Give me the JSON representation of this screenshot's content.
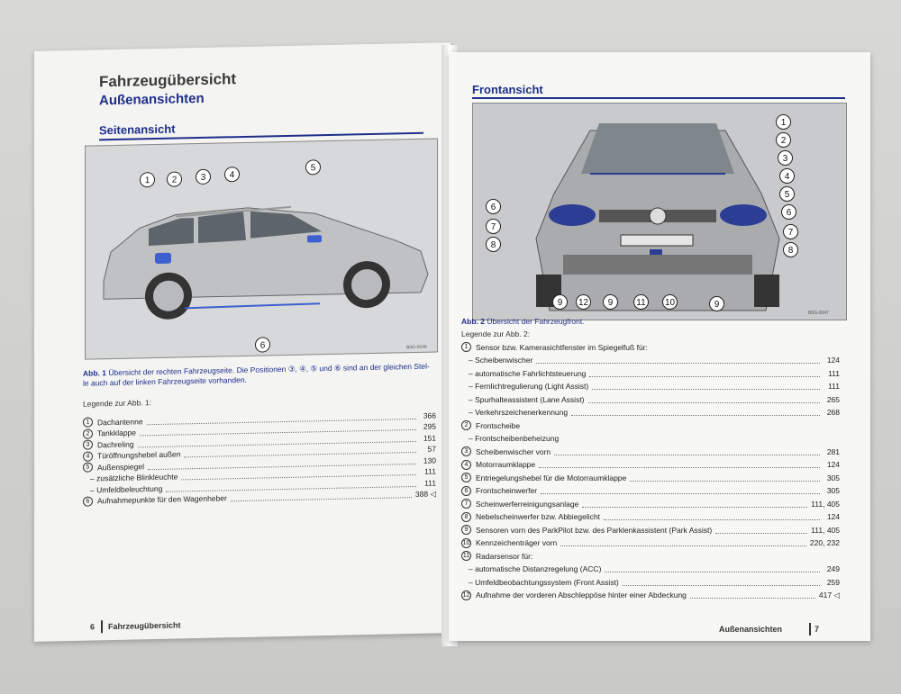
{
  "left_page": {
    "chapter_title": "Fahrzeugübersicht",
    "section_title": "Außenansichten",
    "subsection_title": "Seitenansicht",
    "figure_callouts": [
      "1",
      "2",
      "3",
      "4",
      "5",
      "6"
    ],
    "figure_code": "B0G-0046",
    "caption_label": "Abb. 1",
    "caption_line1": "Übersicht der rechten Fahrzeugseite. Die Positionen ③, ④, ⑤ und ⑥ sind an der gleichen Stel-",
    "caption_line2": "le auch auf der linken Fahrzeugseite vorhanden.",
    "legend_title": "Legende zur Abb. 1:",
    "legend": [
      {
        "num": "1",
        "label": "Dachantenne",
        "page": "366",
        "sub": false
      },
      {
        "num": "2",
        "label": "Tankklappe",
        "page": "295",
        "sub": false
      },
      {
        "num": "3",
        "label": "Dachreling",
        "page": "151",
        "sub": false
      },
      {
        "num": "4",
        "label": "Türöffnungshebel außen",
        "page": "57",
        "sub": false
      },
      {
        "num": "5",
        "label": "Außenspiegel",
        "page": "130",
        "sub": false
      },
      {
        "num": "",
        "label": "– zusätzliche Blinkleuchte",
        "page": "111",
        "sub": true
      },
      {
        "num": "",
        "label": "– Umfeldbeleuchtung",
        "page": "111",
        "sub": true
      },
      {
        "num": "6",
        "label": "Aufnahmepunkte für den Wagenheber",
        "page": "388 ◁",
        "sub": false
      }
    ],
    "page_number": "6",
    "footer_title": "Fahrzeugübersicht"
  },
  "right_page": {
    "subsection_title": "Frontansicht",
    "figure_code": "B0G-0047",
    "caption_label": "Abb. 2",
    "caption_text": "Übersicht der Fahrzeugfront.",
    "legend_title": "Legende zur Abb. 2:",
    "legend": [
      {
        "num": "1",
        "label": "Sensor bzw. Kamerasichtfenster im Spiegelfuß für:",
        "page": "",
        "sub": false
      },
      {
        "num": "",
        "label": "– Scheibenwischer",
        "page": "124",
        "sub": true
      },
      {
        "num": "",
        "label": "– automatische Fahrlichtsteuerung",
        "page": "111",
        "sub": true
      },
      {
        "num": "",
        "label": "– Fernlichtregulierung (Light Assist)",
        "page": "111",
        "sub": true
      },
      {
        "num": "",
        "label": "– Spurhalteassistent (Lane Assist)",
        "page": "265",
        "sub": true
      },
      {
        "num": "",
        "label": "– Verkehrszeichenerkennung",
        "page": "268",
        "sub": true
      },
      {
        "num": "2",
        "label": "Frontscheibe",
        "page": "",
        "sub": false
      },
      {
        "num": "",
        "label": "– Frontscheibenbeheizung",
        "page": "",
        "sub": true
      },
      {
        "num": "3",
        "label": "Scheibenwischer vorn",
        "page": "281",
        "sub": false
      },
      {
        "num": "4",
        "label": "Motorraumklappe",
        "page": "124",
        "sub": false
      },
      {
        "num": "5",
        "label": "Entriegelungshebel für die Motorraumklappe",
        "page": "305",
        "sub": false
      },
      {
        "num": "6",
        "label": "Frontscheinwerfer",
        "page": "305",
        "sub": false
      },
      {
        "num": "7",
        "label": "Scheinwerferreinigungsanlage",
        "page": "111, 405",
        "sub": false
      },
      {
        "num": "8",
        "label": "Nebelscheinwerfer bzw. Abbiegelicht",
        "page": "124",
        "sub": false
      },
      {
        "num": "9",
        "label": "Sensoren vorn des ParkPilot bzw. des Parklenkassistent (Park Assist)",
        "page": "111, 405",
        "sub": false
      },
      {
        "num": "10",
        "label": "Kennzeichenträger vorn",
        "page": "220, 232",
        "sub": false
      },
      {
        "num": "11",
        "label": "Radarsensor für:",
        "page": "",
        "sub": false
      },
      {
        "num": "",
        "label": "– automatische Distanzregelung (ACC)",
        "page": "249",
        "sub": true
      },
      {
        "num": "",
        "label": "– Umfeldbeobachtungssystem (Front Assist)",
        "page": "259",
        "sub": true
      },
      {
        "num": "12",
        "label": "Aufnahme der vorderen Abschleppöse hinter einer Abdeckung",
        "page": "417 ◁",
        "sub": false
      }
    ],
    "figure_callouts_right": [
      "1",
      "2",
      "3",
      "4",
      "5",
      "6",
      "7",
      "8"
    ],
    "figure_callouts_left": [
      "6",
      "7",
      "8"
    ],
    "figure_callouts_bottom": [
      "9",
      "12",
      "9",
      "11",
      "10",
      "9"
    ],
    "page_number": "7",
    "footer_title": "Außenansichten"
  }
}
